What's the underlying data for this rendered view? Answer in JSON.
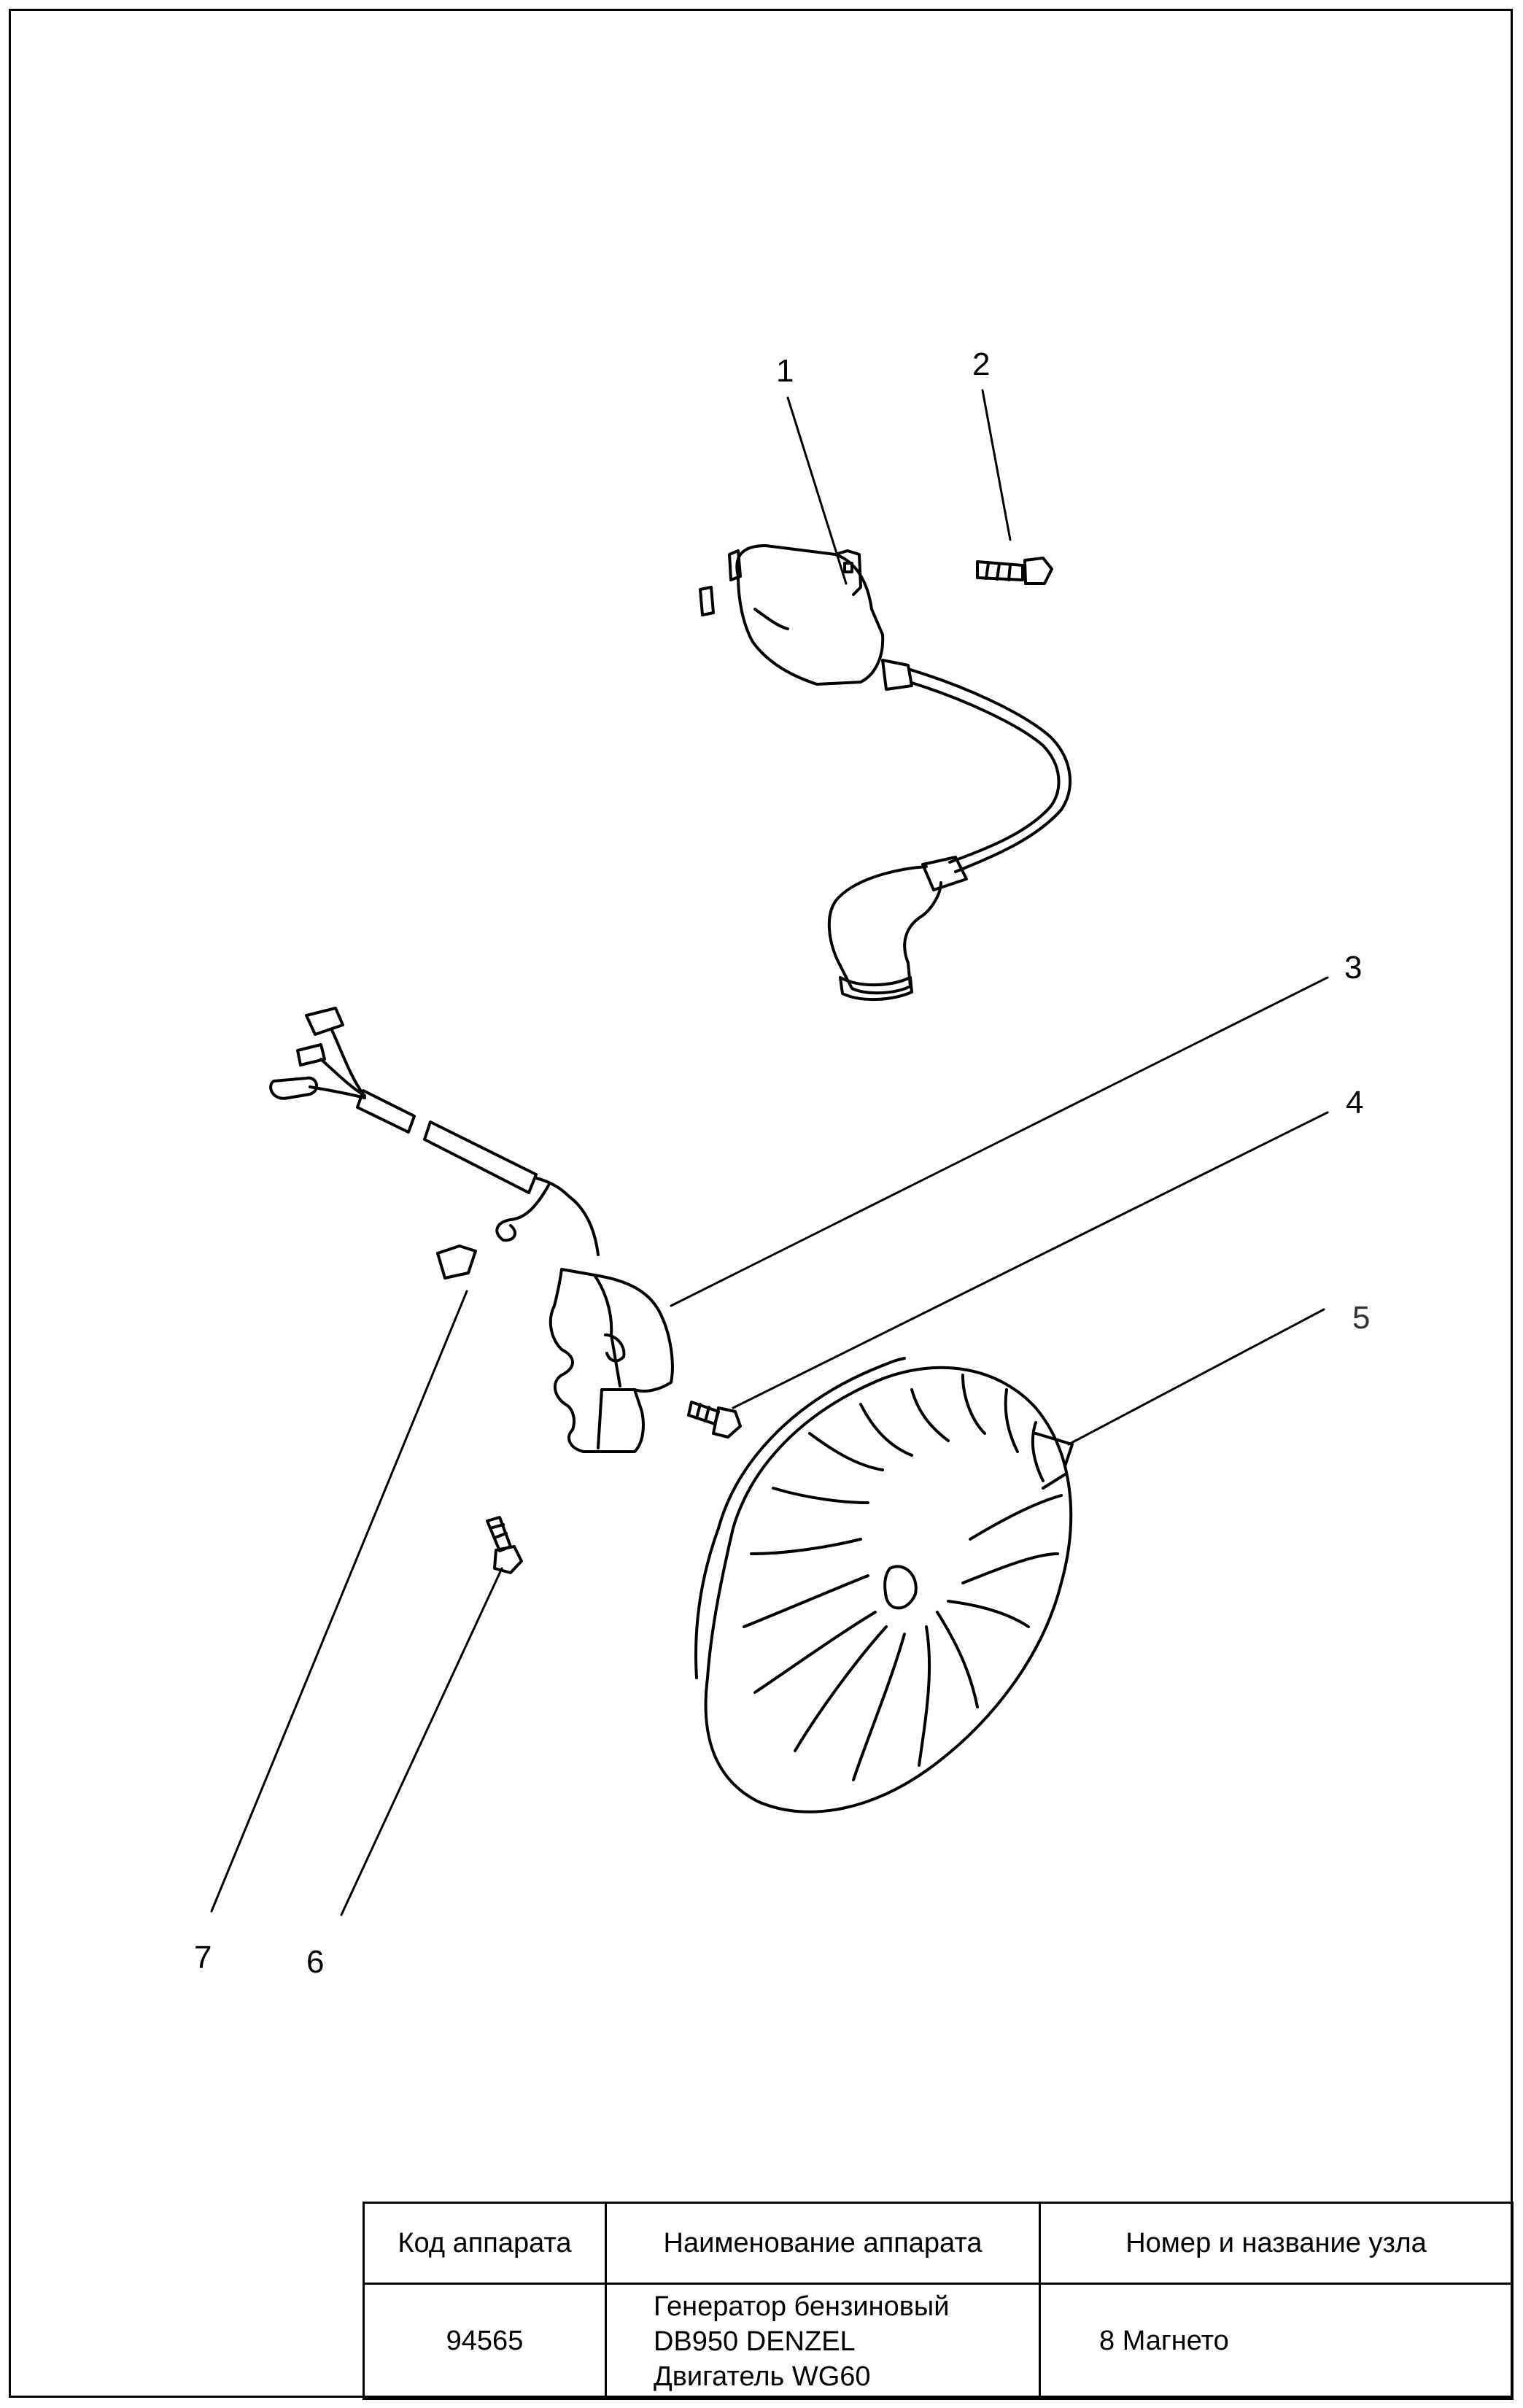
{
  "callouts": [
    "1",
    "2",
    "3",
    "4",
    "5",
    "6",
    "7"
  ],
  "title_block": {
    "headers": [
      "Код аппарата",
      "Наименование аппарата",
      "Номер и название узла"
    ],
    "apparatus_code": "94565",
    "apparatus_name": [
      "Генератор бензиновый",
      "DB950 DENZEL",
      "Двигатель WG60"
    ],
    "unit": "8 Магнето"
  },
  "parts": [
    "ignition-coil",
    "bolt",
    "charging-coil",
    "bolt",
    "flywheel",
    "bolt",
    "wire-clamp"
  ],
  "colors": {
    "line": "#000000",
    "background": "#ffffff"
  }
}
